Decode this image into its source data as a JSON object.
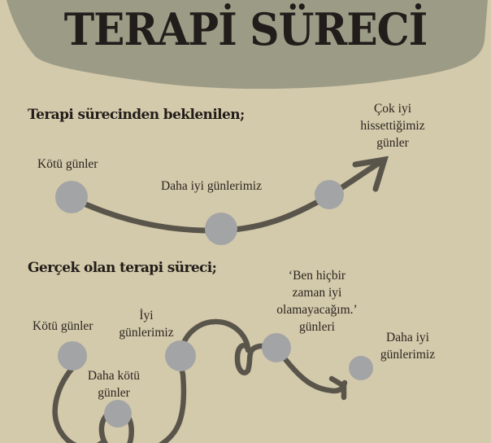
{
  "title": "TERAPİ SÜRECİ",
  "colors": {
    "background": "#d3c9ab",
    "banner": "#9c9b86",
    "line": "#5a554b",
    "node": "#a3a4a6",
    "text": "#2a241f"
  },
  "expected": {
    "heading": "Terapi sürecinden beklenilen;",
    "labels": {
      "bad_days": "Kötü günler",
      "better_days": "Daha iyi günlerimiz",
      "very_good_line1": "Çok iyi",
      "very_good_line2": "hissettiğimiz",
      "very_good_line3": "günler"
    }
  },
  "actual": {
    "heading": "Gerçek olan terapi süreci;",
    "labels": {
      "bad_days": "Kötü günler",
      "good_line1": "İyi",
      "good_line2": "günlerimiz",
      "worse_line1": "Daha kötü",
      "worse_line2": "günler",
      "never_line1": "‘Ben hiçbir",
      "never_line2": "zaman iyi",
      "never_line3": "olamayacağım.’",
      "never_line4": "günleri",
      "better_line1": "Daha iyi",
      "better_line2": "günlerimiz"
    }
  }
}
